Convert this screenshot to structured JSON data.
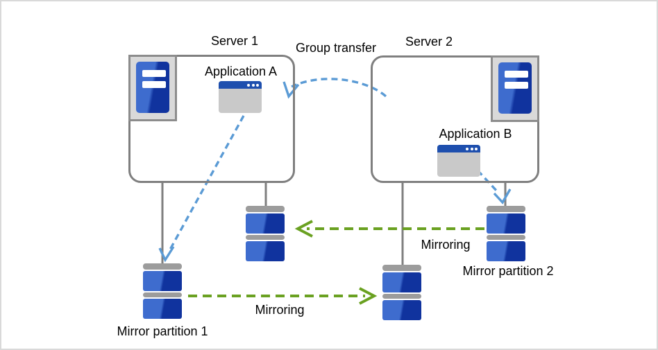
{
  "servers": [
    {
      "label": "Server 1",
      "application": "Application A"
    },
    {
      "label": "Server 2",
      "application": "Application B"
    }
  ],
  "partitions": [
    {
      "label": "Mirror partition 1"
    },
    {
      "label": "Mirror partition 2"
    }
  ],
  "arrows": {
    "group_transfer": "Group transfer",
    "mirroring": "Mirroring"
  },
  "icons": [
    "server-tower-icon",
    "app-window-icon",
    "disk-stack-icon"
  ],
  "colors": {
    "arrow_blue": "#5B9BD5",
    "arrow_green": "#6AA121",
    "disk_blue_light": "#3E6CCE",
    "disk_blue_dark": "#10339E",
    "disk_cap_gray": "#9C9C9C",
    "box_border_gray": "#7F7F7F",
    "server_icon_frame": "#D9D9D9",
    "server_icon_frame_border": "#8C8C8C",
    "app_window_body": "#C9C9C9",
    "app_window_titlebar": "#1E4FAE",
    "label_text": "#000000",
    "page_border": "#D9D9D9",
    "background": "#FFFFFF"
  }
}
